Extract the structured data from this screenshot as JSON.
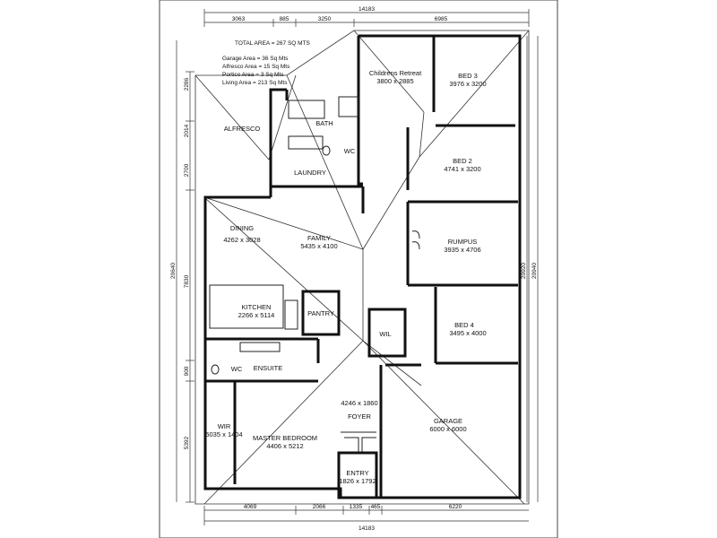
{
  "areas": {
    "total": "TOTAL AREA   = 267 SQ MTS",
    "garage": "Garage Area    =   36  Sq Mts",
    "alfresco": "Alfresco Area   =   15  Sq Mts",
    "portico": "Portico Area    =    3   Sq Mts",
    "living": "Living Area     =  213  Sq Mts"
  },
  "rooms": {
    "childrens_retreat": {
      "name": "Childrens Retreat",
      "size": "3800 x 2885"
    },
    "bed3": {
      "name": "BED 3",
      "size": "3976 x 3200"
    },
    "bed2": {
      "name": "BED 2",
      "size": "4741 x 3200"
    },
    "rumpus": {
      "name": "RUMPUS",
      "size": "3935 x 4706"
    },
    "bed4": {
      "name": "BED 4",
      "size": "3495 x 4000"
    },
    "garage": {
      "name": "GARAGE",
      "size": "6000 x 6000"
    },
    "alfresco": {
      "name": "ALFRESCO"
    },
    "bath": {
      "name": "BATH"
    },
    "wc_upper": {
      "name": "WC"
    },
    "laundry": {
      "name": "LAUNDRY"
    },
    "dining": {
      "name": "DINING",
      "size": "4262 x 3028"
    },
    "family": {
      "name": "FAMILY",
      "size": "5435 x 4100"
    },
    "kitchen": {
      "name": "KITCHEN",
      "size": "2266 x 5114"
    },
    "pantry": {
      "name": "PANTRY"
    },
    "wil": {
      "name": "WIL"
    },
    "wc_lower": {
      "name": "WC"
    },
    "ensuite": {
      "name": "ENSUITE"
    },
    "foyer": {
      "name": "FOYER",
      "size": "4246 x 1860"
    },
    "wir": {
      "name": "WIR",
      "size": "5035 x 1404"
    },
    "master": {
      "name": "MASTER BEDROOM",
      "size": "4406 x 5212"
    },
    "entry": {
      "name": "ENTRY",
      "size": "1826 x 1792"
    }
  },
  "dims": {
    "top_overall": "14183",
    "top_1": "3063",
    "top_2": "885",
    "top_3": "3250",
    "top_4": "6985",
    "bottom_1": "4069",
    "bottom_2": "2066",
    "bottom_3": "1335",
    "bottom_4": "465",
    "bottom_5": "6220",
    "bottom_overall": "14183",
    "left_overall": "20640",
    "left_1": "2286",
    "left_2": "2014",
    "left_3": "2700",
    "left_4": "7830",
    "left_5": "900",
    "left_6": "5392",
    "right_1": "20920",
    "right_2": "20940"
  }
}
